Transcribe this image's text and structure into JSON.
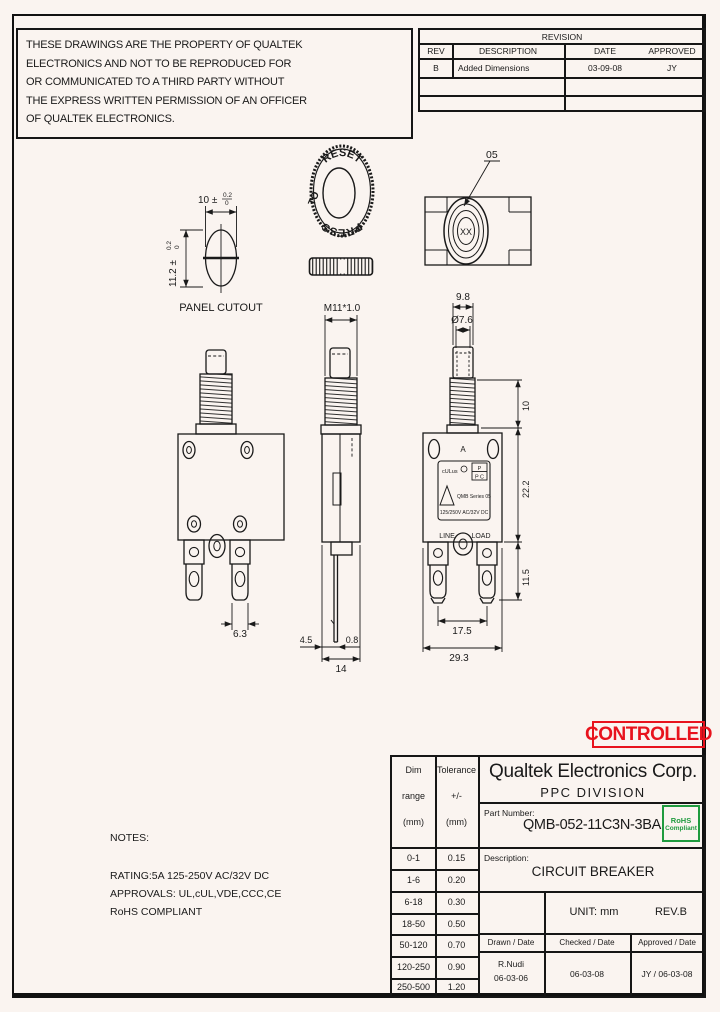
{
  "page": {
    "bg": "#faf4f0",
    "ink": "#1a1a1a",
    "red": "#e8131d",
    "green": "#1f9b3f"
  },
  "disclaimer": {
    "lines": [
      "THESE DRAWINGS ARE THE PROPERTY OF QUALTEK",
      "ELECTRONICS AND NOT TO BE REPRODUCED FOR",
      "OR COMMUNICATED TO A THIRD PARTY WITHOUT",
      "THE EXPRESS WRITTEN PERMISSION OF AN OFFICER",
      "OF QUALTEK ELECTRONICS."
    ]
  },
  "revision": {
    "title": "REVISION",
    "col_rev": "REV",
    "col_desc": "DESCRIPTION",
    "col_date": "DATE",
    "col_appr": "APPROVED",
    "rows": [
      {
        "rev": "B",
        "desc": "Added Dimensions",
        "date": "03-09-08",
        "appr": "JY"
      }
    ]
  },
  "drawings": {
    "panel_cutout": {
      "label": "PANEL CUTOUT",
      "width_label": "10 ±",
      "width_tol_up": "0.2",
      "width_tol_dn": "0",
      "height_label": "11.2 ±",
      "height_tol_up": "0.2",
      "height_tol_dn": "0"
    },
    "knob": {
      "top": "RESET",
      "left": "TO",
      "bottom": "PRESS"
    },
    "top_view": {
      "callout": "05",
      "marking": "XX"
    },
    "front_view": {
      "dim_tab_width": "6.3"
    },
    "side_view": {
      "thread_callout": "M11*1.0",
      "dim_offset": "4.5",
      "dim_thickness": "0.8",
      "dim_depth": "14"
    },
    "face_view": {
      "dim_button": "9.8",
      "dim_shaft": "Ø7.6",
      "dim_thread_len": "10",
      "dim_body_h": "22.2",
      "dim_term_len": "11.5",
      "dim_term_pitch": "17.5",
      "dim_width": "29.3",
      "marking_amp": "A",
      "line": "LINE",
      "load": "LOAD",
      "label_cert": "cULus",
      "label_p": "P",
      "label_pc": "P C",
      "label_series": "QMB Series 05",
      "label_rating": "125/250V AC/32V DC"
    }
  },
  "stamp": {
    "text": "CONTROLLED"
  },
  "notes": {
    "title": "NOTES:",
    "lines": [
      "RATING:5A 125-250V AC/32V DC",
      "APPROVALS: UL,cUL,VDE,CCC,CE",
      "RoHS COMPLIANT"
    ]
  },
  "title_block": {
    "tol_table": {
      "h1": [
        "Dim",
        "range",
        "(mm)"
      ],
      "h2": [
        "Tolerance",
        "+/-",
        "(mm)"
      ],
      "rows": [
        [
          "0-1",
          "0.15"
        ],
        [
          "1-6",
          "0.20"
        ],
        [
          "6-18",
          "0.30"
        ],
        [
          "18-50",
          "0.50"
        ],
        [
          "50-120",
          "0.70"
        ],
        [
          "120-250",
          "0.90"
        ],
        [
          "250-500",
          "1.20"
        ]
      ]
    },
    "company": "Qualtek Electronics Corp.",
    "division": "PPC DIVISION",
    "part_label": "Part Number:",
    "part_number": "QMB-052-11C3N-3BA",
    "rohs": [
      "RoHS",
      "Compliant"
    ],
    "desc_label": "Description:",
    "description": "CIRCUIT BREAKER",
    "unit": "UNIT: mm",
    "rev": "REV.B",
    "drawn_label": "Drawn / Date",
    "checked_label": "Checked / Date",
    "approved_label": "Approved / Date",
    "drawn_name": "R.Nudi",
    "drawn_date": "06-03-06",
    "checked": "06-03-08",
    "approved": "JY / 06-03-08"
  }
}
